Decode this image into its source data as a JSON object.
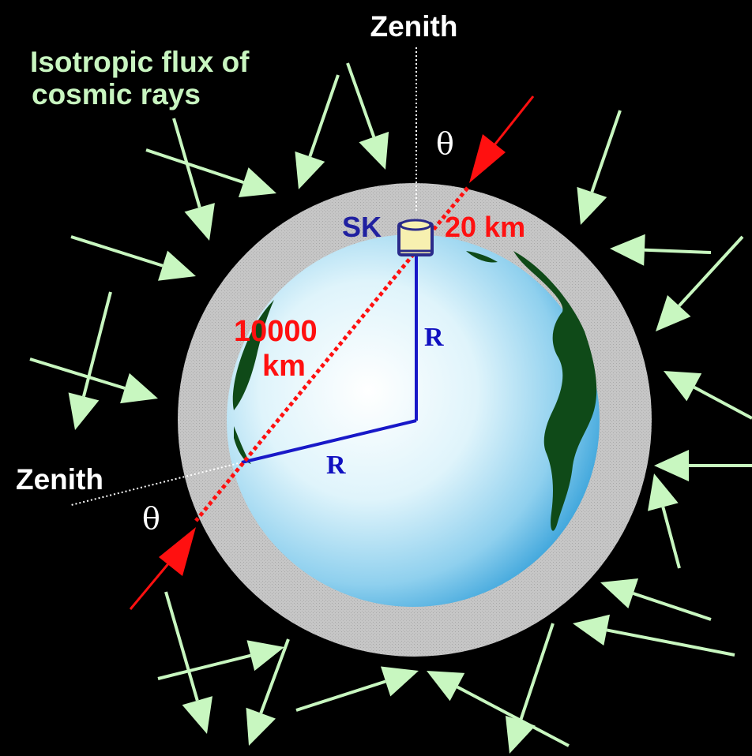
{
  "labels": {
    "zenith_top": "Zenith",
    "zenith_left": "Zenith",
    "flux_line1": "Isotropic flux of",
    "flux_line2": "cosmic rays",
    "theta_top": "θ",
    "theta_left": "θ",
    "sk": "SK",
    "atmosphere_thickness": "20 km",
    "path_length_line1": "10000",
    "path_length_line2": "km",
    "radius_vertical": "R",
    "radius_horizontal": "R"
  },
  "colors": {
    "background": "#000000",
    "atmosphere": "#c8c8c8",
    "earth_center": "#ffffff",
    "earth_edge": "#3fa6dc",
    "land": "#0f4a18",
    "cosmic_ray_arrow": "#c8f7c0",
    "highlighted_ray": "#ff1010",
    "radius_line": "#1818c8",
    "zenith_line": "#ffffff",
    "detector": "#f7f0b0"
  }
}
